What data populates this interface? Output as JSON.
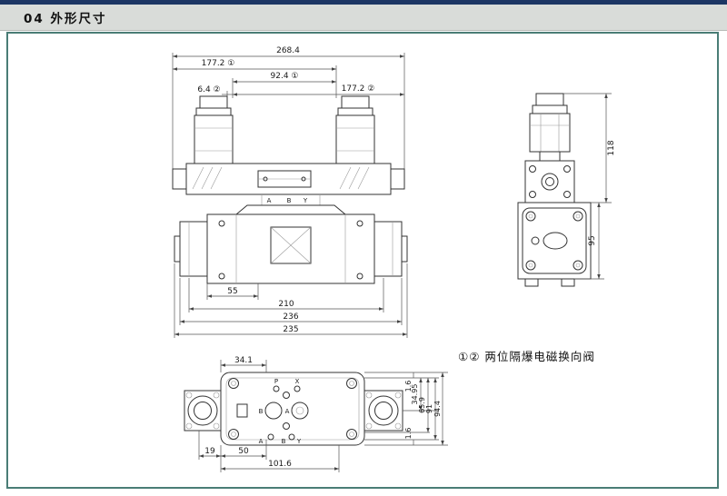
{
  "header": {
    "title": "04 外形尺寸"
  },
  "note": {
    "text": "①② 两位隔爆电磁换向阀"
  },
  "front_view": {
    "dims": {
      "overall": "268.4",
      "left_chain": "177.2 ①",
      "mid": "92.4 ①",
      "small": "6.4 ②",
      "right_chain": "177.2 ②",
      "b55": "55",
      "b210": "210",
      "b236": "236",
      "b235": "235"
    },
    "ports": {
      "a": "A",
      "b": "B",
      "y": "Y"
    }
  },
  "side_view": {
    "dims": {
      "h118": "118",
      "h95": "95"
    }
  },
  "top_view": {
    "dims": {
      "t34": "34.1",
      "r16t": "1.6",
      "r3495": "34.95",
      "r659": "65.9",
      "r91": "91",
      "r944": "94.4",
      "r16b": "1.6",
      "b19": "19",
      "b50": "50",
      "b1016": "101.6"
    },
    "ports": {
      "p": "P",
      "x": "X",
      "bc": "B",
      "ac": "A",
      "ab": "A",
      "bb": "B",
      "yb": "Y"
    }
  }
}
